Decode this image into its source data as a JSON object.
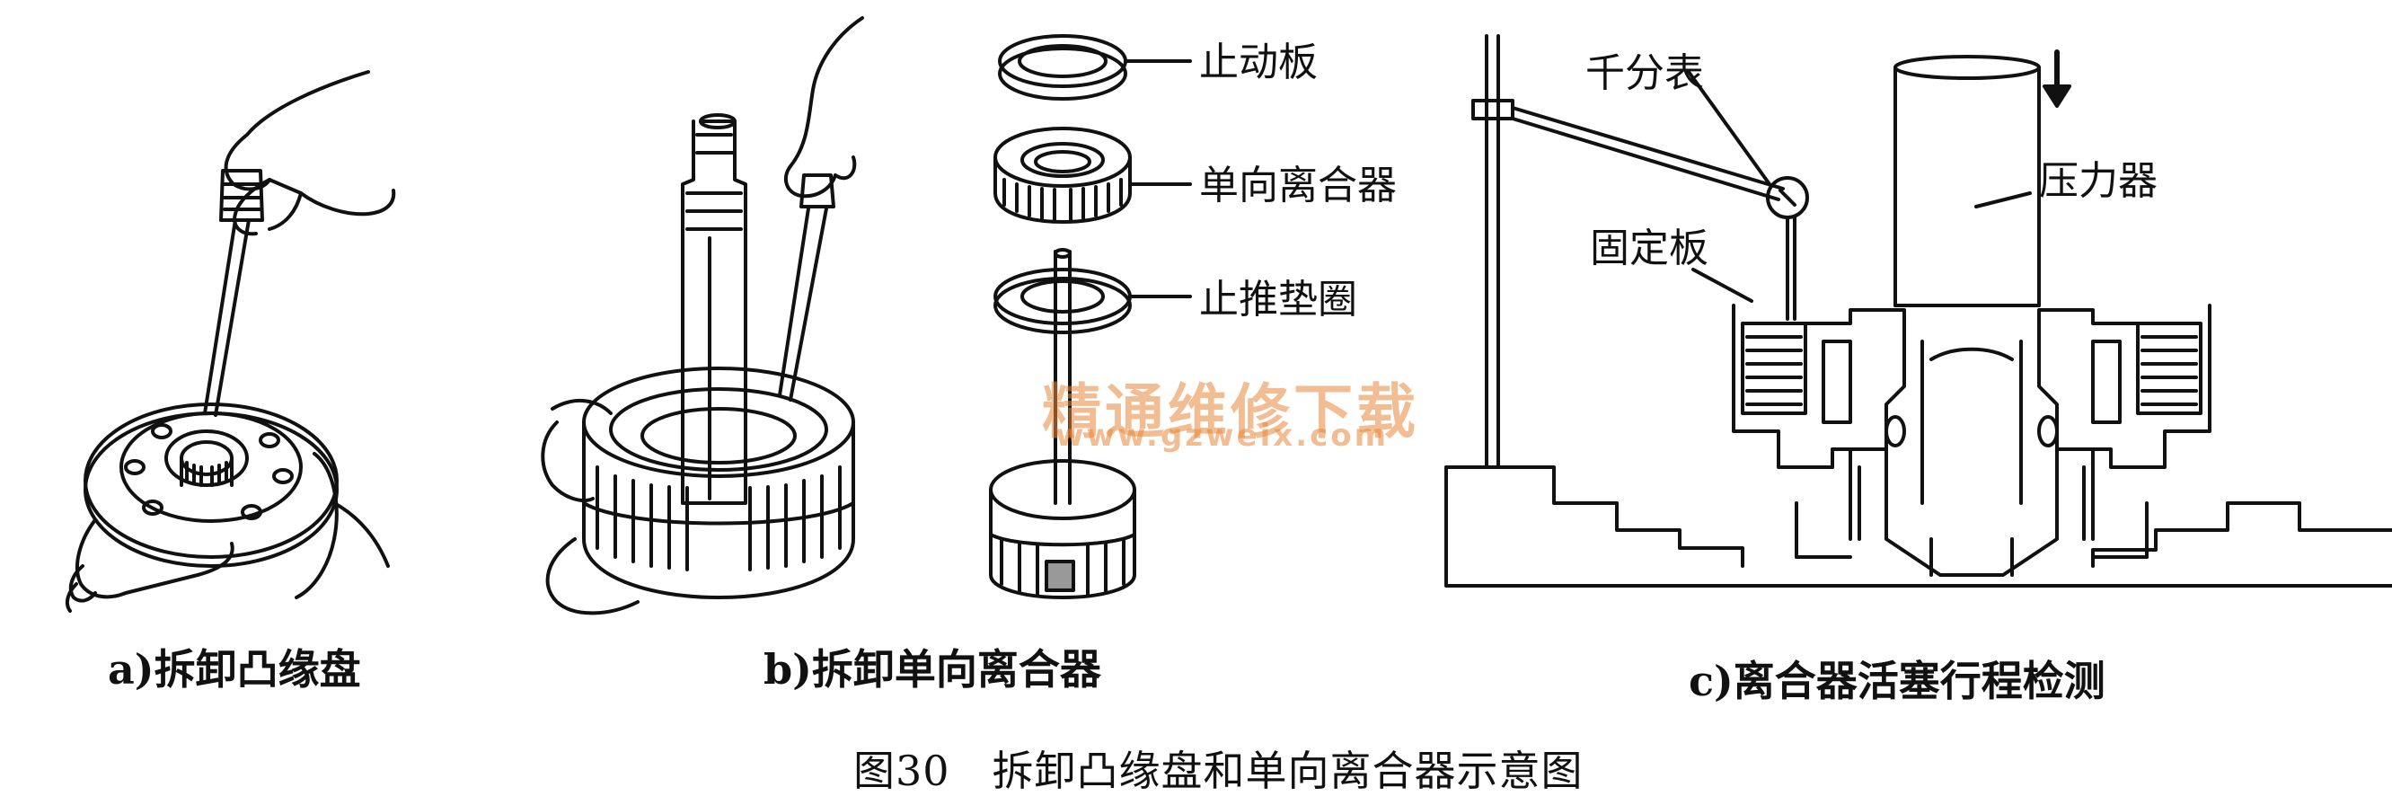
{
  "labels": {
    "stop_plate": "止动板",
    "one_way_clutch": "单向离合器",
    "thrust_washer": "止推垫圈",
    "dial_indicator": "千分表",
    "fixed_plate": "固定板",
    "press": "压力器"
  },
  "captions": {
    "a": "a)拆卸凸缘盘",
    "b": "b)拆卸单向离合器",
    "c": "c)离合器活塞行程检测"
  },
  "figure_title": "图30　拆卸凸缘盘和单向离合器示意图",
  "watermark": {
    "name": "精通维修下载",
    "url": "www.gzweix.com"
  },
  "colors": {
    "line": "#111111",
    "watermark": "#e8883a"
  }
}
